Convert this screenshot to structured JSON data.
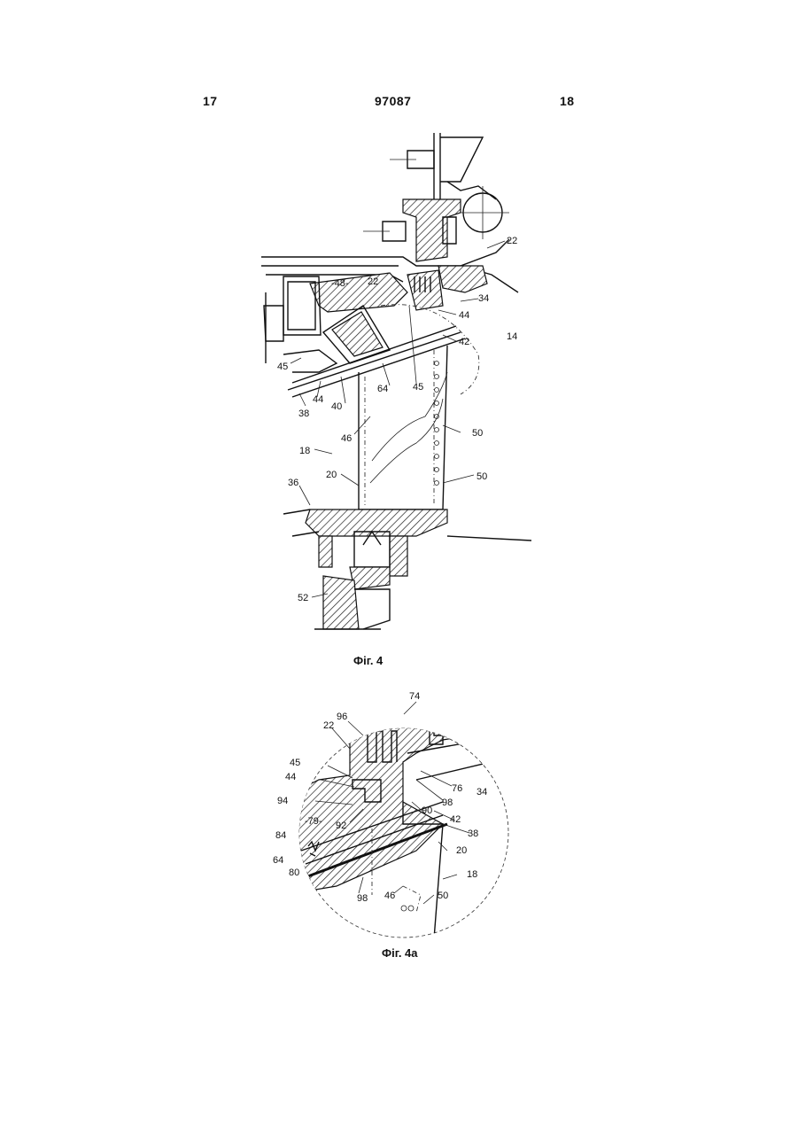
{
  "header": {
    "page_left": "17",
    "patent_number": "97087",
    "page_right": "18"
  },
  "figure4": {
    "caption": "Фіг. 4",
    "labels": {
      "l22a": "22",
      "l34": "34",
      "l44a": "44",
      "l42": "42",
      "l14": "14",
      "l48": "-48-",
      "l22b": "22",
      "l45a": "45",
      "l44b": "44",
      "l40": "40",
      "l38": "38",
      "l64": "64",
      "l45b": "45",
      "l46": "46",
      "l18": "18",
      "l50a": "50",
      "l50b": "50",
      "l20": "20",
      "l36": "36",
      "l52": "52"
    }
  },
  "figure4a": {
    "caption": "Фіг. 4а",
    "labels": {
      "l74": "74",
      "l96": "96",
      "l22": "22",
      "l45": "45",
      "l44": "44",
      "l76": "76",
      "l34": "34",
      "l98a": "98",
      "l90": "90",
      "l94": "94",
      "l92": "92",
      "l42": "42",
      "l79": "-79-",
      "l38": "38",
      "l84": "84",
      "l64": "64",
      "l80": "80",
      "l20": "20",
      "l18": "18",
      "l98b": "98",
      "l46": "46",
      "l50": "50"
    }
  }
}
